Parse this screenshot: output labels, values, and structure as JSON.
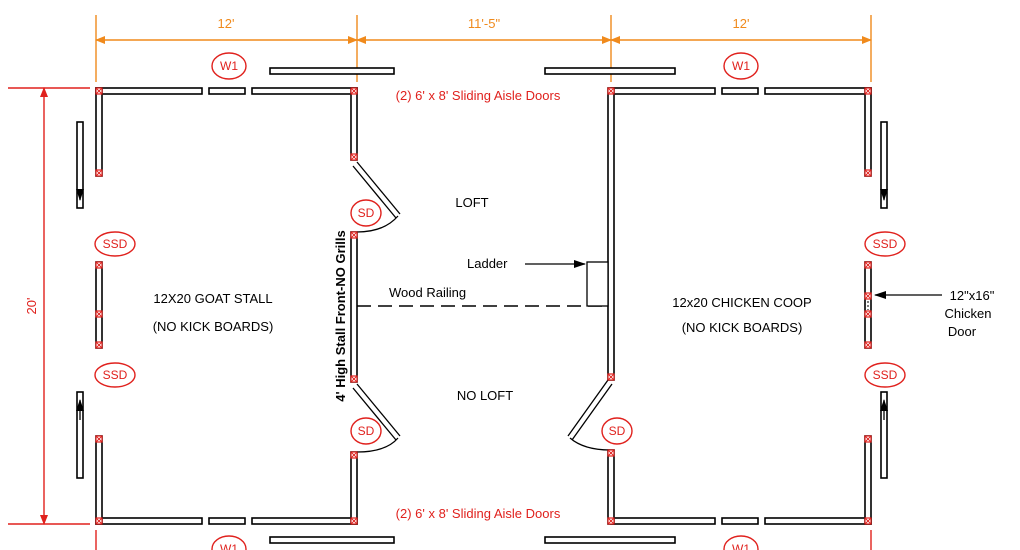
{
  "dimensions": {
    "left_width": "12'",
    "middle_width": "11'-5\"",
    "right_width": "12'",
    "depth": "20'"
  },
  "rooms": {
    "left_title": "12X20 GOAT STALL",
    "left_subtitle": "(NO KICK BOARDS)",
    "right_title": "12x20 CHICKEN COOP",
    "right_subtitle": "(NO KICK BOARDS)"
  },
  "aisle": {
    "loft": "LOFT",
    "no_loft": "NO LOFT",
    "ladder": "Ladder",
    "wood_railing": "Wood Railing",
    "stall_front": "4' High Stall Front-NO Grills",
    "top_doors": "(2) 6' x 8' Sliding Aisle Doors",
    "bottom_doors": "(2) 6' x 8' Sliding Aisle Doors"
  },
  "chicken_door": {
    "line1": "12\"x16\"",
    "line2": "Chicken",
    "line3": "Door"
  },
  "tags": {
    "window": "W1",
    "swing_door": "SD",
    "sliding_side_door": "SSD"
  },
  "colors": {
    "annotation": "#e0211d",
    "dimension": "#f08a1c",
    "lines": "#000000"
  }
}
